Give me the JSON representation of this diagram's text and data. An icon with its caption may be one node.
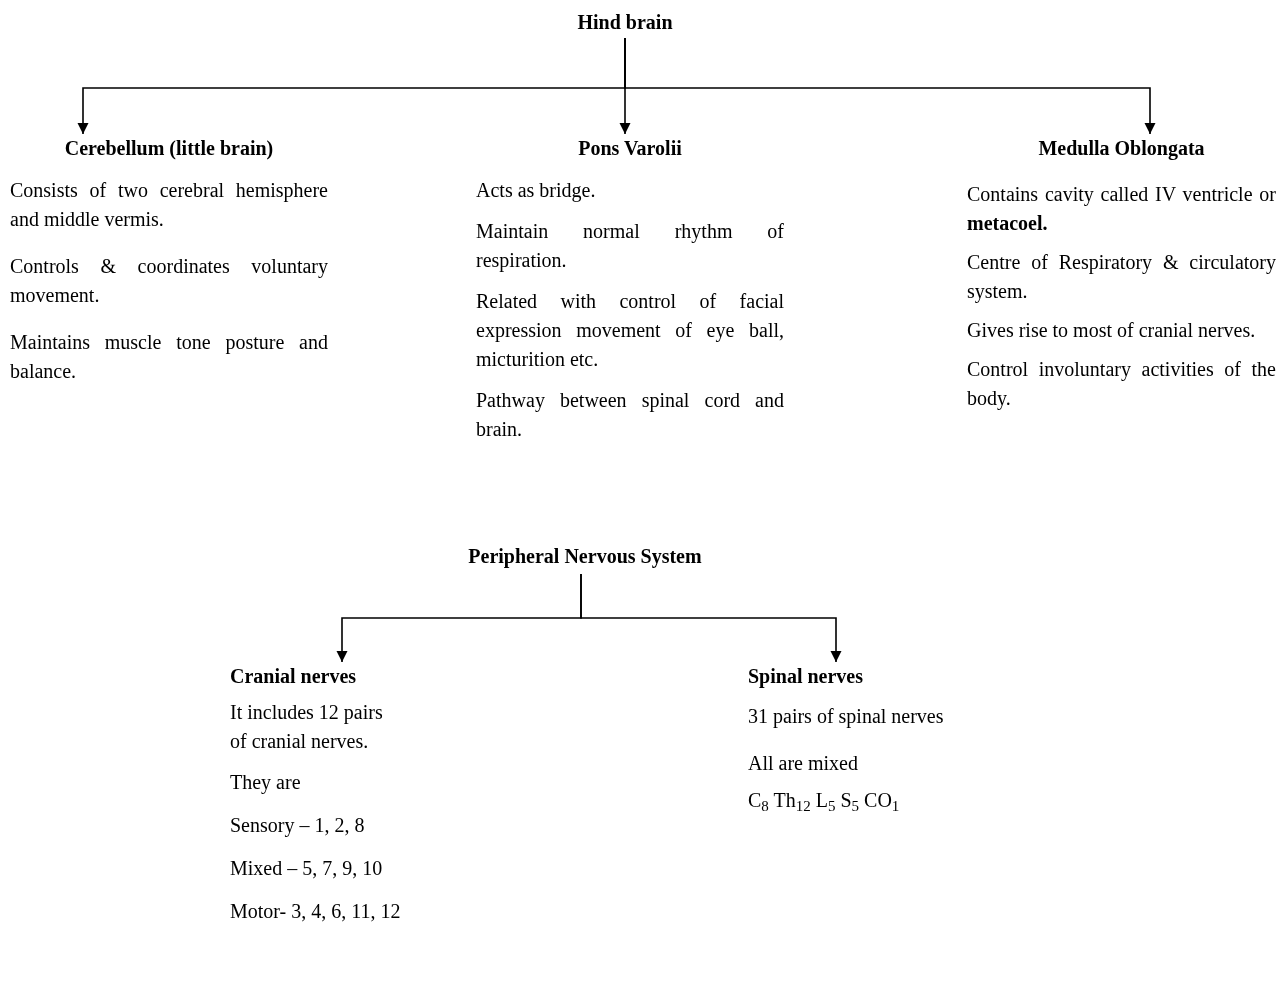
{
  "diagram": {
    "nodes": [
      {
        "text": [
          "Hind brain"
        ]
      },
      {
        "text": [
          "Cerebellum (little brain)",
          "Consists of two cerebral hemisphere and middle vermis.",
          "Controls & coordinates voluntary movement.",
          "Maintains muscle tone posture and balance."
        ]
      },
      {
        "text": [
          "Pons Varolii",
          "Acts as bridge.",
          "Maintain normal rhythm of respiration.",
          "Related with control of facial expression movement of eye ball, micturition etc.",
          "Pathway between spinal cord and brain."
        ]
      },
      {
        "text": [
          "Medulla Oblongata",
          "Contains cavity called IV ventricle or **metacoel.**",
          "Centre of Respiratory & circulatory system.",
          "Gives rise to most of cranial nerves.",
          "Control involuntary activities of the body."
        ]
      },
      {
        "text": [
          "Peripheral Nervous System"
        ]
      },
      {
        "text": [
          "Cranial nerves",
          "It includes 12 pairs of cranial nerves.",
          "They are",
          "Sensory – 1, 2, 8",
          "Mixed – 5, 7, 9, 10",
          "Motor- 3, 4, 6, 11, 12"
        ]
      },
      {
        "text": [
          "Spinal nerves",
          "31 pairs of spinal nerves",
          "All are mixed",
          "C$_{8}$ Th$_{12}$ L$_{5}$ S$_{5}$ CO$_{1}$"
        ]
      }
    ],
    "edges": [
      {
        "from": 0,
        "to": 1,
        "arrow": "to"
      },
      {
        "from": 0,
        "to": 2,
        "arrow": "to"
      },
      {
        "from": 0,
        "to": 3,
        "arrow": "to"
      },
      {
        "from": 4,
        "to": 5,
        "arrow": "to"
      },
      {
        "from": 4,
        "to": 6,
        "arrow": "to"
      }
    ]
  }
}
